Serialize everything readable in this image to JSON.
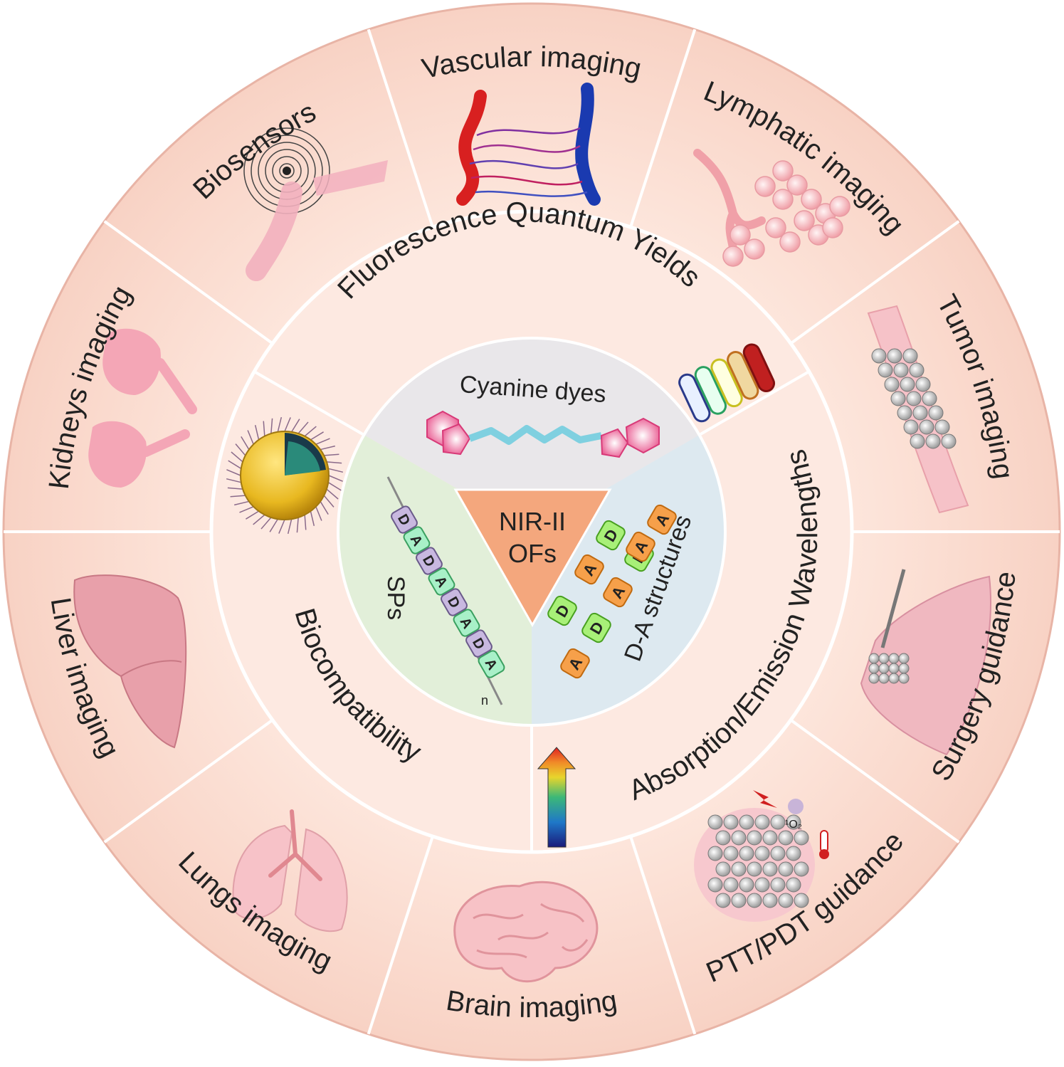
{
  "center": {
    "line1": "NIR-II",
    "line2": "OFs"
  },
  "inner_sectors": {
    "cyanine": {
      "label": "Cyanine dyes"
    },
    "sps": {
      "label": "SPs",
      "subscript": "n",
      "units": [
        "D",
        "A",
        "D",
        "A",
        "D",
        "A",
        "D",
        "A"
      ]
    },
    "da": {
      "label": "D-A structures",
      "units": [
        "A",
        "D",
        "A",
        "D",
        "A",
        "D",
        "A",
        "D",
        "A"
      ]
    }
  },
  "middle_ring": {
    "fluorescence": "Fluorescence Quantum Yields",
    "wavelengths": "Absorption/Emission Wavelengths",
    "biocompat": "Biocompatibility"
  },
  "outer_ring": [
    {
      "label": "Vascular imaging",
      "icon": "blood-vessels-icon"
    },
    {
      "label": "Lymphatic imaging",
      "icon": "lymph-node-icon"
    },
    {
      "label": "Tumor imaging",
      "icon": "tumor-vessel-icon"
    },
    {
      "label": "Surgery guidance",
      "icon": "scalpel-liver-icon"
    },
    {
      "label": "PTT/PDT guidance",
      "icon": "tumor-cells-icon"
    },
    {
      "label": "Brain imaging",
      "icon": "brain-icon"
    },
    {
      "label": "Lungs imaging",
      "icon": "lungs-icon"
    },
    {
      "label": "Liver imaging",
      "icon": "liver-icon"
    },
    {
      "label": "Kidneys imaging",
      "icon": "kidneys-icon"
    },
    {
      "label": "Biosensors",
      "icon": "biosensor-icon"
    }
  ],
  "ptt_note": "¹O₂",
  "colors": {
    "outer_fill": "#fbdcd0",
    "outer_border": "#e2b0a2",
    "middle_fill": "#fde9e0",
    "cyanine_fill": "#e9e7ea",
    "sps_fill": "#e2efd9",
    "da_fill": "#dde9f0",
    "triangle": "#f4a77d",
    "pink": "#f4a0b0"
  }
}
